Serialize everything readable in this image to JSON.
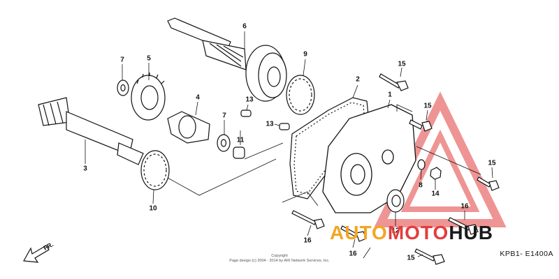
{
  "callouts": [
    "1",
    "2",
    "3",
    "4",
    "5",
    "6",
    "7",
    "7",
    "8",
    "9",
    "10",
    "11",
    "12",
    "13",
    "13",
    "14",
    "15",
    "15",
    "15",
    "15",
    "16",
    "16",
    "16"
  ],
  "diagram_code": "KPB1- E1400A",
  "copyright": [
    "Copyright",
    "Page design (c) 2004 - 2014 by ARI Network Services, Inc."
  ],
  "direction_label": "FR.",
  "watermark": {
    "part1": "AUTO",
    "part2": "MOTO",
    "part3": "HUB",
    "colors": {
      "auto": "#f2a623",
      "moto": "#e23d3d",
      "hub": "#1a1a1a",
      "triangle": "#e23d3d"
    }
  }
}
